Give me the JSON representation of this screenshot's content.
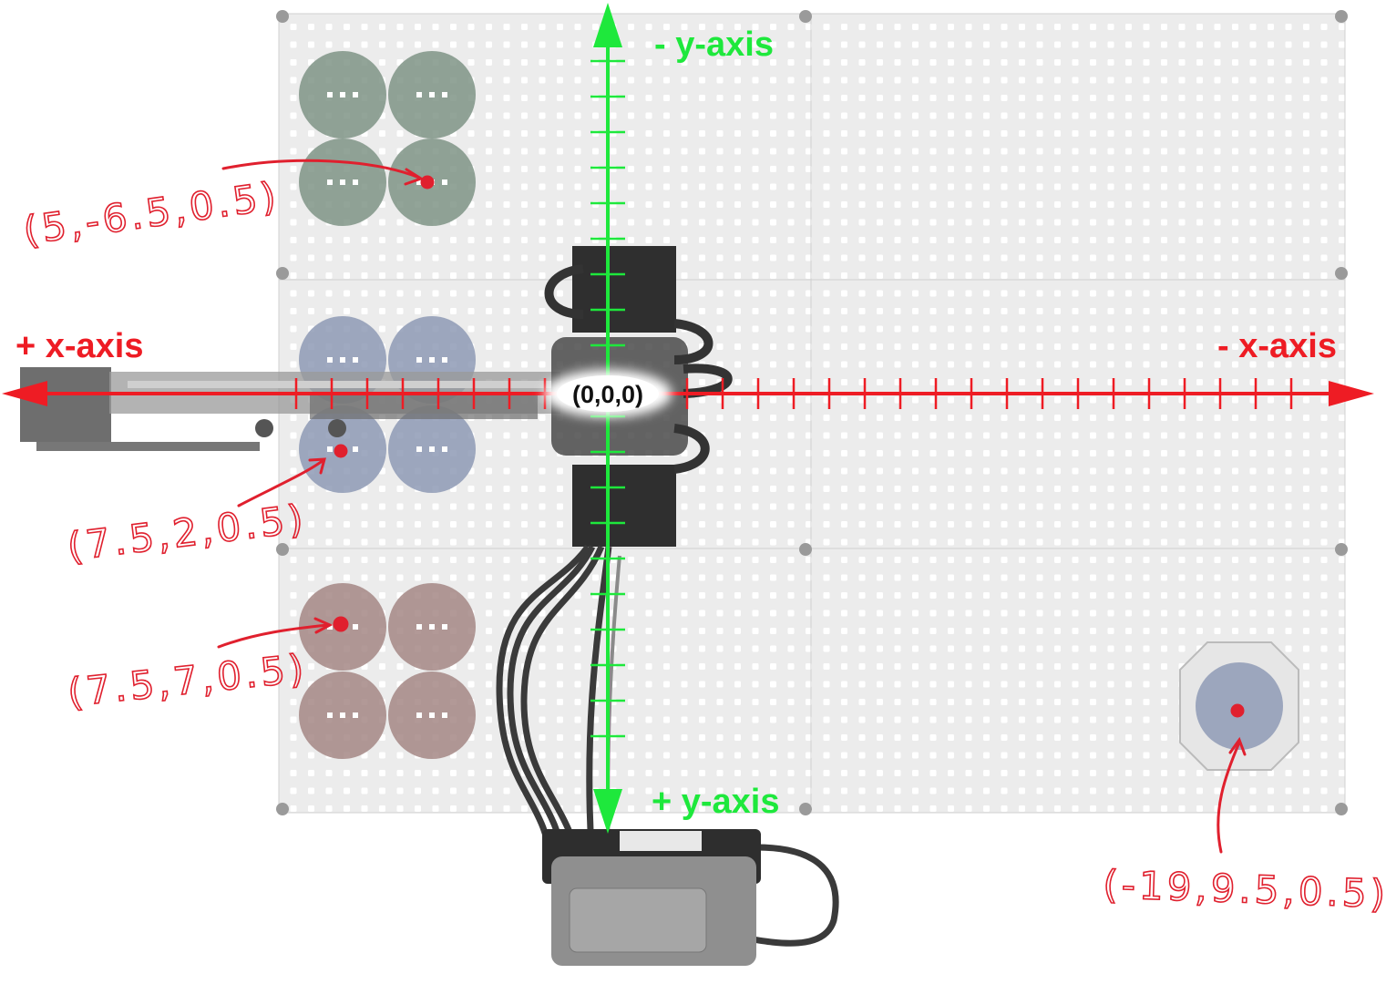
{
  "axes": {
    "x_positive_label": "+ x-axis",
    "x_negative_label": "- x-axis",
    "y_negative_label": "- y-axis",
    "y_positive_label": "+ y-axis",
    "x_color": "#ee1c24",
    "y_color": "#1ee83c"
  },
  "origin": {
    "label": "(0,0,0)"
  },
  "annotations": [
    {
      "id": "green-target",
      "label": "(5,-6.5,0.5)",
      "color": "#e0202e"
    },
    {
      "id": "blue-target",
      "label": "(7.5,2,0.5)",
      "color": "#e0202e"
    },
    {
      "id": "red-target",
      "label": "(7.5,7,0.5)",
      "color": "#e0202e"
    },
    {
      "id": "feeder-target",
      "label": "(-19,9.5,0.5)",
      "color": "#e0202e"
    }
  ],
  "colors": {
    "board": "#efefef",
    "hole": "#ffffff",
    "disk_green": "#7f9486",
    "disk_blue": "#8e9ab5",
    "disk_red": "#a58785",
    "robot": "#3d3d3d",
    "brain": "#8a8a8a"
  },
  "icons": [
    "arm-icon",
    "motor-icon",
    "cable-icon",
    "brain-icon",
    "disk-icon"
  ]
}
